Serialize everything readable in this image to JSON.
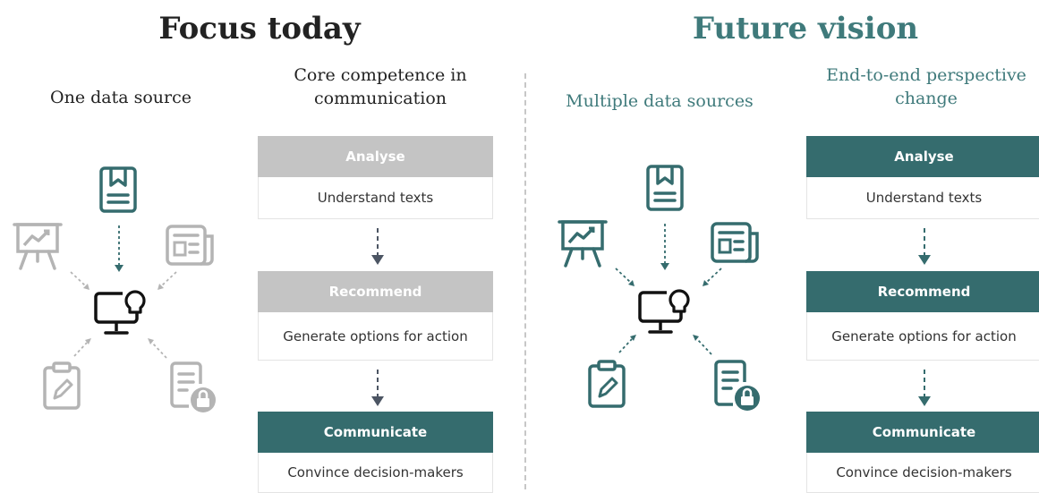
{
  "colors": {
    "teal": "#356c6e",
    "grey": "#c4c4c4",
    "icon_grey": "#b4b4b4",
    "black": "#111111",
    "arrow_dark": "#4c5563",
    "accent_text": "#3f7a7b"
  },
  "left": {
    "title": "Focus today",
    "sources_label": "One data source",
    "competence_label": "Core competence in communication",
    "steps": [
      {
        "head": "Analyse",
        "body": "Understand texts"
      },
      {
        "head": "Recommend",
        "body": "Generate options for action"
      },
      {
        "head": "Communicate",
        "body": "Convince decision-makers"
      }
    ]
  },
  "right": {
    "title": "Future vision",
    "sources_label": "Multiple data sources",
    "competence_label": "End-to-end perspective change",
    "steps": [
      {
        "head": "Analyse",
        "body": "Understand texts"
      },
      {
        "head": "Recommend",
        "body": "Generate options for action"
      },
      {
        "head": "Communicate",
        "body": "Convince decision-makers"
      }
    ]
  },
  "icons": {
    "center": "computer-lightbulb-icon",
    "sources": [
      "document-bookmark-icon",
      "presentation-chart-icon",
      "newspaper-icon",
      "clipboard-pen-icon",
      "document-lock-icon"
    ]
  }
}
